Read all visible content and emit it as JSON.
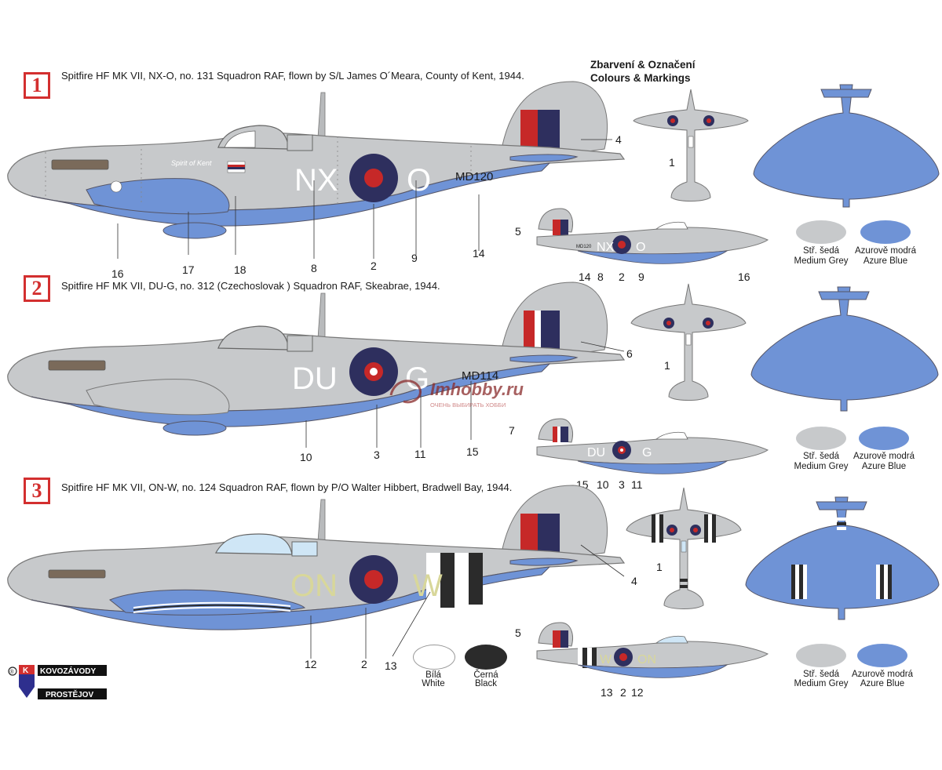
{
  "header": {
    "line1": "Zbarvení & Označení",
    "line2": "Colours & Markings"
  },
  "schemes": [
    {
      "badge": "1",
      "caption": "Spitfire HF MK VII, NX-O, no. 131 Squadron RAF, flown by S/L James O´Meara, County of Kent, 1944.",
      "code_left": "NX",
      "code_right": "O",
      "serial": "MD120",
      "nose_art": "Spirit of Kent",
      "small_code_left": "NX",
      "small_code_right": "O",
      "small_serial": "MD120",
      "labels_main": [
        "16",
        "17",
        "18",
        "8",
        "2",
        "9",
        "14",
        "4"
      ],
      "labels_small": [
        "5",
        "14",
        "8",
        "2",
        "9",
        "16"
      ],
      "label_plan": "1"
    },
    {
      "badge": "2",
      "caption": "Spitfire HF MK VII, DU-G, no. 312 (Czechoslovak ) Squadron RAF, Skeabrae, 1944.",
      "code_left": "DU",
      "code_right": "G",
      "serial": "MD114",
      "small_code_left": "DU",
      "small_code_right": "G",
      "labels_main": [
        "10",
        "3",
        "11",
        "15",
        "6"
      ],
      "labels_small": [
        "7",
        "15",
        "10",
        "3",
        "11"
      ],
      "label_plan": "1"
    },
    {
      "badge": "3",
      "caption": "Spitfire HF MK VII, ON-W, no. 124 Squadron RAF, flown by P/O Walter Hibbert, Bradwell Bay, 1944.",
      "code_left": "ON",
      "code_right": "W",
      "small_code_left": "W",
      "small_code_right": "ON",
      "labels_main": [
        "12",
        "2",
        "13",
        "4"
      ],
      "labels_small": [
        "5",
        "13",
        "2",
        "12"
      ],
      "label_plan": "1"
    }
  ],
  "swatches": {
    "grey": {
      "cz": "Stř. šedá",
      "en": "Medium Grey",
      "color": "#c7c9cb"
    },
    "blue": {
      "cz": "Azurově modrá",
      "en": "Azure Blue",
      "color": "#6f93d6"
    },
    "white": {
      "cz": "Bílá",
      "en": "White",
      "color": "#ffffff"
    },
    "black": {
      "cz": "Černá",
      "en": "Black",
      "color": "#2b2b2b"
    }
  },
  "logo": {
    "line1": "KOVOZÁVODY",
    "line2": "PROSTĚJOV",
    "letter": "K",
    "mark": "®"
  },
  "watermark": {
    "text": "Imhobby.ru",
    "sub": "ОЧЕНЬ ВЫБИРАТЬ ХОББИ"
  },
  "colors": {
    "grey": "#c7c9cb",
    "blue": "#6f93d6",
    "roundel_blue": "#2e2f5e",
    "roundel_red": "#c62828",
    "accent_red": "#d32f2f"
  }
}
